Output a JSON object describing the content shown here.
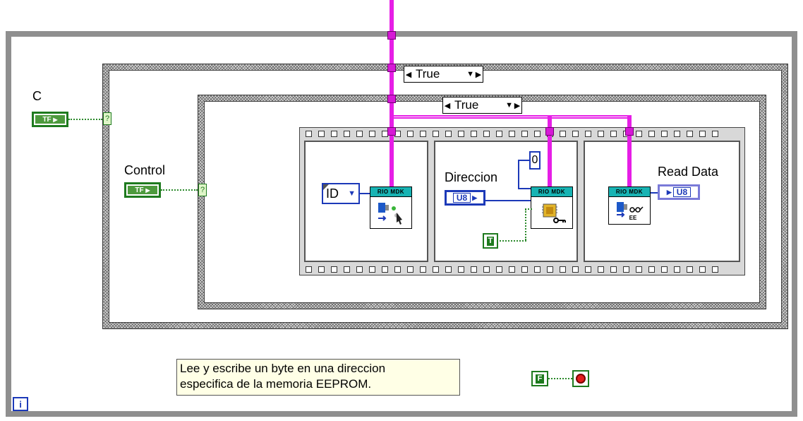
{
  "loop": {
    "iteration_label": "i"
  },
  "outer_case": {
    "selector_value": "True"
  },
  "inner_case": {
    "selector_value": "True"
  },
  "controls": {
    "c": {
      "label": "C",
      "type": "TF"
    },
    "control": {
      "label": "Control",
      "type": "TF"
    }
  },
  "terminals": {
    "question": "?"
  },
  "sequence": {
    "frame1": {
      "enum_value": "ID",
      "node_header": "RIO MDK"
    },
    "frame2": {
      "label": "Direccion",
      "type": "U8",
      "const_value": "0",
      "bool_const": "T",
      "node_header": "RIO MDK"
    },
    "frame3": {
      "label": "Read Data",
      "type": "U8",
      "node_header": "RIO MDK",
      "node_text": "EE"
    }
  },
  "comment": {
    "line1": "Lee y escribe un byte en una direccion",
    "line2": "especifica de la memoria EEPROM."
  },
  "stop": {
    "const_value": "F"
  },
  "colors": {
    "refnum_wire": "#e61ee6",
    "numeric_wire": "#1c39b8",
    "bool_wire": "#2c8a2c"
  }
}
